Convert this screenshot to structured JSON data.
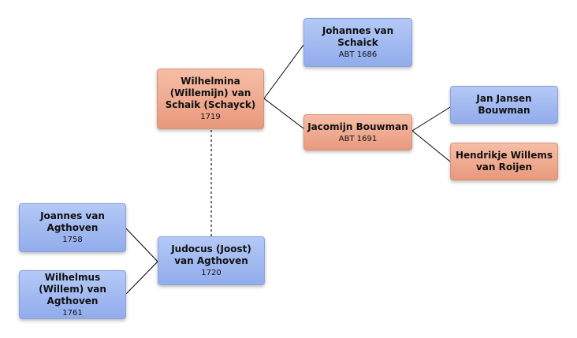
{
  "colors": {
    "male": "#a4bcf2",
    "female": "#f0ad93",
    "connector": "#000000",
    "spouse_link": "#777777"
  },
  "people": {
    "johannes_van_schaick": {
      "name": "Johannes van Schaick",
      "date": "ABT 1686",
      "sex": "male"
    },
    "wilhelmina_van_schaik": {
      "name": "Wilhelmina (Willemijn) van Schaik (Schayck)",
      "date": "1719",
      "sex": "female"
    },
    "jacomijn_bouwman": {
      "name": "Jacomijn Bouwman",
      "date": "ABT 1691",
      "sex": "female"
    },
    "jan_jansen_bouwman": {
      "name": "Jan Jansen Bouwman",
      "date": "",
      "sex": "male"
    },
    "hendrikje_willems_van_roijen": {
      "name": "Hendrikje Willems van Roijen",
      "date": "",
      "sex": "female"
    },
    "joannes_van_agthoven": {
      "name": "Joannes van Agthoven",
      "date": "1758",
      "sex": "male"
    },
    "wilhelmus_van_agthoven": {
      "name": "Wilhelmus (Willem) van Agthoven",
      "date": "1761",
      "sex": "male"
    },
    "judocus_van_agthoven": {
      "name": "Judocus (Joost) van Agthoven",
      "date": "1720",
      "sex": "male"
    }
  }
}
